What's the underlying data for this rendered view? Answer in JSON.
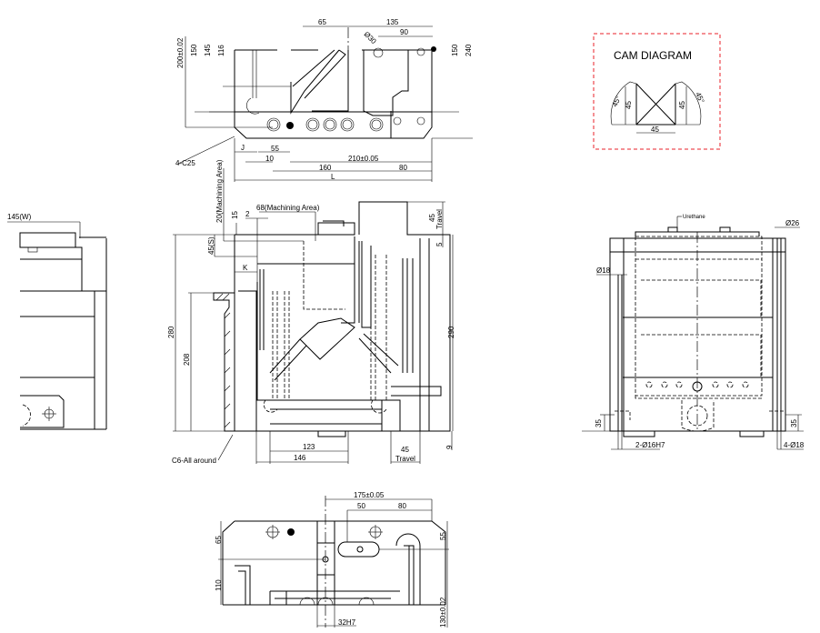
{
  "top_view": {
    "dims": {
      "d65": "65",
      "d135": "135",
      "d90": "90",
      "dia30": "Ø30",
      "d200": "200±0.02",
      "d150_left": "150",
      "d145": "145",
      "d116": "116",
      "d150_right": "150",
      "d240": "240",
      "chamfer": "4-C25",
      "j": "J",
      "d55": "55",
      "d10": "10",
      "d210": "210±0.05",
      "d160": "160",
      "d80": "80",
      "l": "L"
    }
  },
  "front_view": {
    "dims": {
      "machining_v": "20(Machining Area)",
      "machining_h": "68(Machining Area)",
      "d15": "15",
      "d2": "2",
      "d45s": "45(S)",
      "k": "K",
      "d280": "280",
      "d208": "208",
      "d290": "290",
      "d45_top": "45",
      "travel_top": "Travel",
      "d5": "5",
      "d123": "123",
      "d146": "146",
      "d45_bottom": "45",
      "travel_bottom": "Travel",
      "d9": "9",
      "c6": "C6-All around"
    }
  },
  "cam_diagram": {
    "title": "CAM DIAGRAM",
    "angle_left": "45°",
    "angle_right": "45°",
    "height_left": "45",
    "height_right": "45",
    "width": "45",
    "border_color": "#e8202a"
  },
  "side_view_right": {
    "dims": {
      "urethane": "Urethane",
      "dia26": "Ø26",
      "dia18": "Ø18",
      "d35_left": "35",
      "d35_right": "35",
      "holes_h7": "2-Ø16H7",
      "holes_18": "4-Ø18"
    }
  },
  "side_view_left": {
    "dims": {
      "width": "145(W)"
    }
  },
  "bottom_view": {
    "dims": {
      "d175": "175±0.05",
      "d50": "50",
      "d80": "80",
      "d65": "65",
      "d110": "110",
      "d55": "55",
      "d130": "130±0.02",
      "h7": "32H7"
    }
  }
}
